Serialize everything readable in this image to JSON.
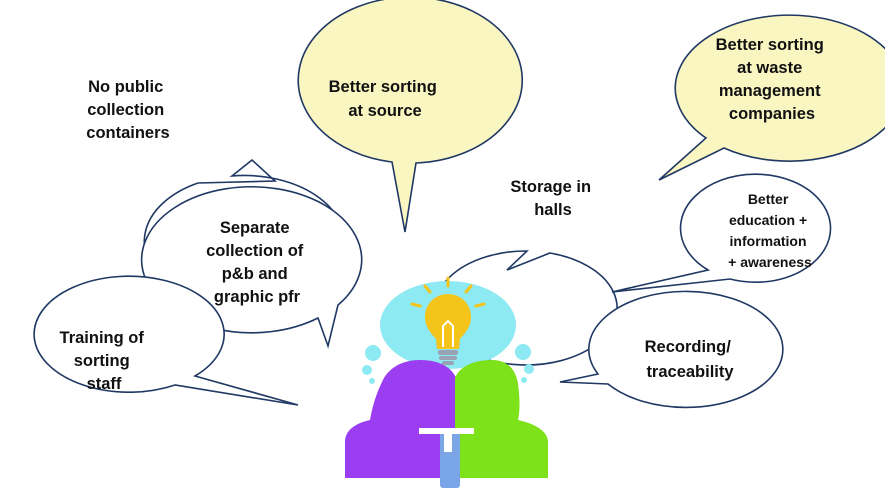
{
  "bubbles": [
    {
      "id": "public-containers",
      "lines": [
        "No public",
        "collection",
        "containers"
      ],
      "fill": "#ffffff"
    },
    {
      "id": "sorting-at-source",
      "lines": [
        "Better sorting",
        "at source"
      ],
      "fill": "#faf6c2"
    },
    {
      "id": "sorting-at-waste-companies",
      "lines": [
        "Better sorting",
        "at waste",
        "management",
        "companies"
      ],
      "fill": "#faf6c2"
    },
    {
      "id": "storage-in-halls",
      "lines": [
        "Storage in",
        "halls"
      ],
      "fill": "#ffffff"
    },
    {
      "id": "education-information",
      "lines": [
        "Better",
        "education +",
        "information",
        "+ awareness"
      ],
      "fill": "#ffffff"
    },
    {
      "id": "separate-collection",
      "lines": [
        "Separate",
        "collection of",
        "p&b and",
        "graphic pfr"
      ],
      "fill": "#ffffff"
    },
    {
      "id": "training-sorting-staff",
      "lines": [
        "Training of",
        "sorting",
        "staff"
      ],
      "fill": "#ffffff"
    },
    {
      "id": "recording-traceability",
      "lines": [
        "Recording/",
        "traceability"
      ],
      "fill": "#ffffff"
    }
  ],
  "illustration": {
    "icon": "two-heads-lightbulb-icon",
    "colors": {
      "left_head": "#9b3df0",
      "right_head": "#7de21a",
      "overlap": "#7aa6e8",
      "glow": "#8eeaf2",
      "bulb": "#f5c41a",
      "bulb_base": "#9aa3b5",
      "bubble_outline": "#1f3864"
    }
  }
}
